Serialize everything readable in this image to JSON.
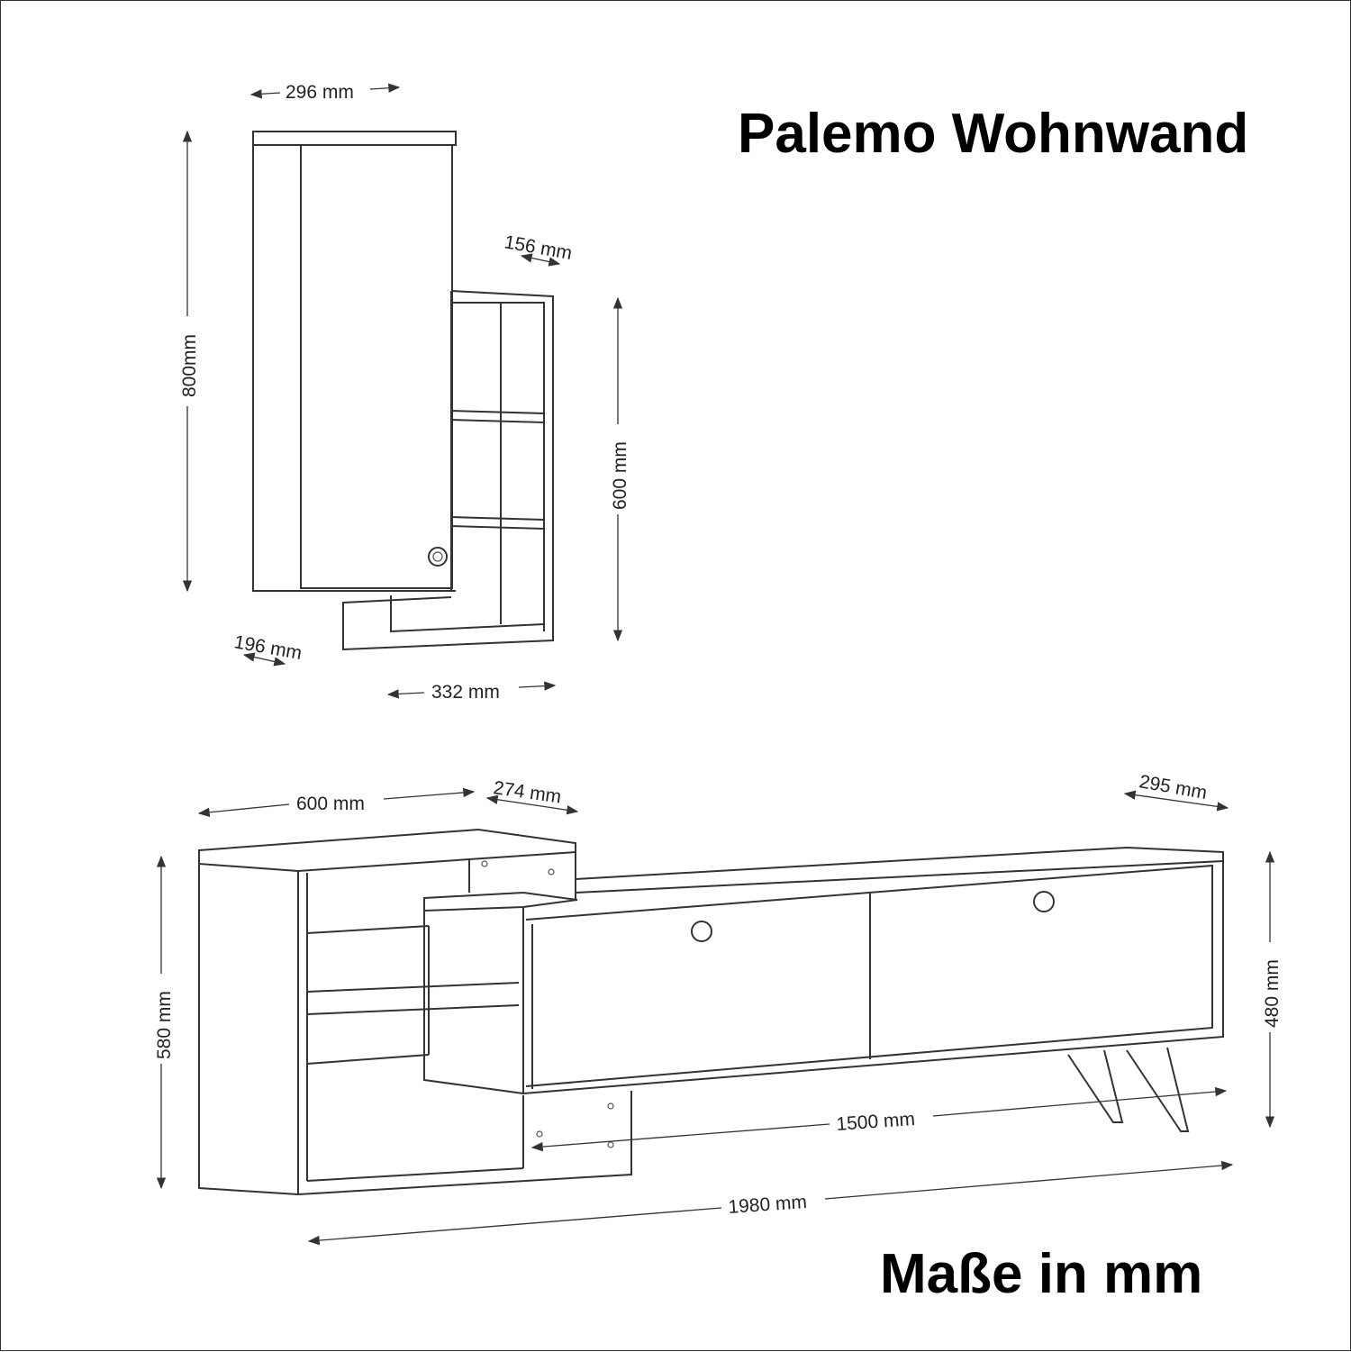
{
  "title": "Palemo Wohnwand",
  "footer": "Maße in mm",
  "dimensions": {
    "wall_cabinet_width": "296 mm",
    "wall_cabinet_height": "800mm",
    "wall_cabinet_depth": "196 mm",
    "wall_shelf_depth": "156 mm",
    "wall_shelf_height": "600 mm",
    "wall_shelf_width": "332 mm",
    "side_unit_width": "600 mm",
    "side_unit_depth": "274 mm",
    "side_unit_height": "580 mm",
    "tv_unit_depth": "295 mm",
    "tv_unit_height": "480 mm",
    "tv_unit_width": "1500 mm",
    "total_width": "1980 mm"
  }
}
